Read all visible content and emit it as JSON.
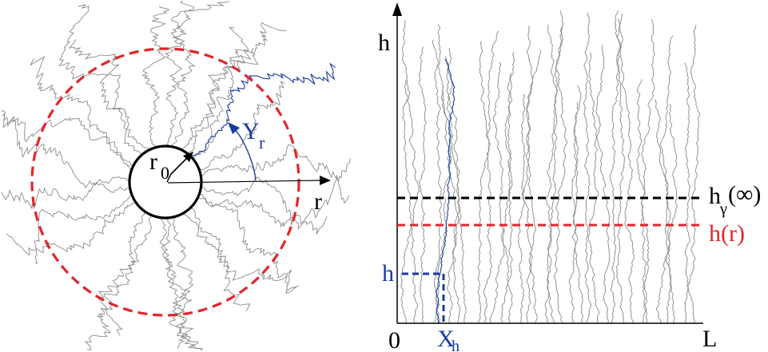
{
  "colors": {
    "background": "#ffffff",
    "trajectory": "#8a8a8a",
    "highlight": "#1a3b9c",
    "red_dashed": "#e0262b",
    "black": "#000000"
  },
  "left_panel": {
    "r0_main": "r",
    "r0_sub": "0",
    "r_axis": "r",
    "Yr_main": "Y",
    "Yr_sub": "r"
  },
  "right_panel": {
    "h_axis": "h",
    "origin": "0",
    "L": "L",
    "hgamma_main": "h",
    "hgamma_sub": "γ",
    "hgamma_arg": "(∞)",
    "hr_label": "h(r)",
    "h_marker": "h",
    "Xh_main": "X",
    "Xh_sub": "h"
  }
}
